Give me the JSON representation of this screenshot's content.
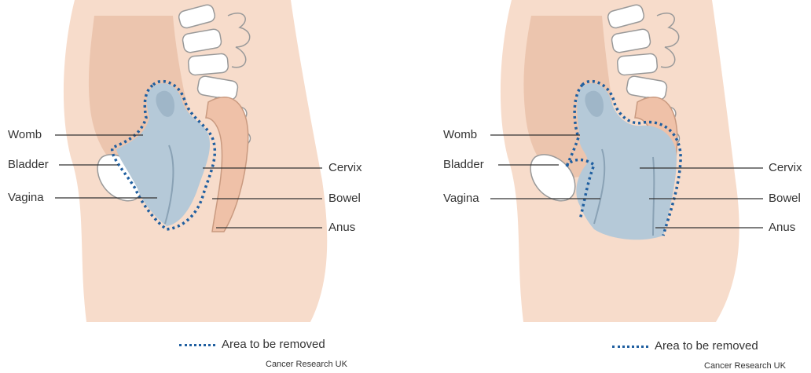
{
  "panels": [
    {
      "labels": {
        "womb": "Womb",
        "bladder": "Bladder",
        "vagina": "Vagina",
        "cervix": "Cervix",
        "bowel": "Bowel",
        "anus": "Anus"
      },
      "legend": "Area to be removed",
      "credit": "Cancer Research UK"
    },
    {
      "labels": {
        "womb": "Womb",
        "bladder": "Bladder",
        "vagina": "Vagina",
        "cervix": "Cervix",
        "bowel": "Bowel",
        "anus": "Anus"
      },
      "legend": "Area to be removed",
      "credit": "Cancer Research UK"
    }
  ],
  "colors": {
    "skin": "#f7dccb",
    "skin_dark": "#e9bfa6",
    "bone": "#ffffff",
    "organ": "#b5c9d8",
    "organ_dark": "#9fb6c8",
    "bowel": "#efc1a8",
    "removed_outline": "#1f5fa0"
  }
}
